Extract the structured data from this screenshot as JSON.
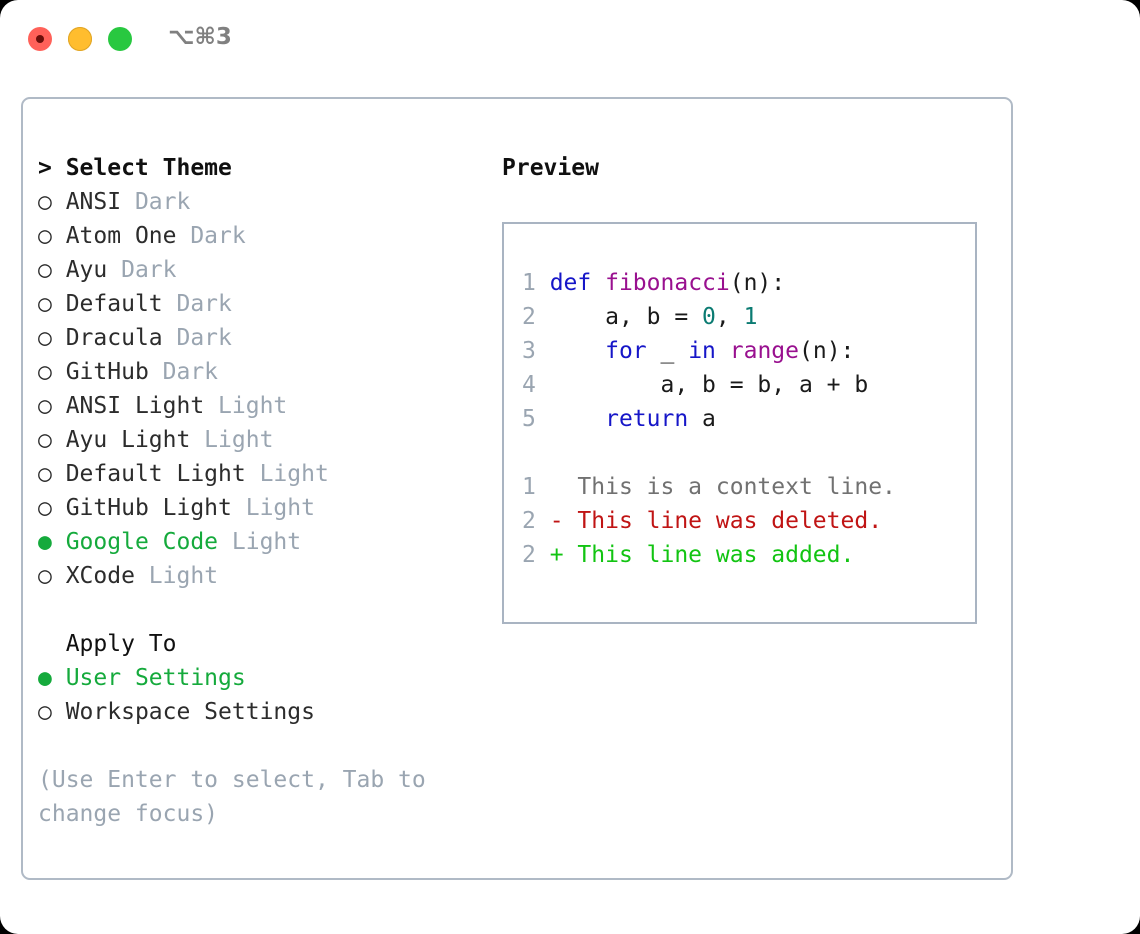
{
  "window": {
    "shortcut_label": "⌥⌘3",
    "traffic_lights": [
      "close",
      "minimize",
      "zoom"
    ]
  },
  "left_panel": {
    "theme_section": {
      "header": "> Select Theme",
      "focused": true,
      "options": [
        {
          "marker": "○",
          "name": "ANSI",
          "tag": "Dark",
          "selected": false
        },
        {
          "marker": "○",
          "name": "Atom One",
          "tag": "Dark",
          "selected": false
        },
        {
          "marker": "○",
          "name": "Ayu",
          "tag": "Dark",
          "selected": false
        },
        {
          "marker": "○",
          "name": "Default",
          "tag": "Dark",
          "selected": false
        },
        {
          "marker": "○",
          "name": "Dracula",
          "tag": "Dark",
          "selected": false
        },
        {
          "marker": "○",
          "name": "GitHub",
          "tag": "Dark",
          "selected": false
        },
        {
          "marker": "○",
          "name": "ANSI Light",
          "tag": "Light",
          "selected": false
        },
        {
          "marker": "○",
          "name": "Ayu Light",
          "tag": "Light",
          "selected": false
        },
        {
          "marker": "○",
          "name": "Default Light",
          "tag": "Light",
          "selected": false
        },
        {
          "marker": "○",
          "name": "GitHub Light",
          "tag": "Light",
          "selected": false
        },
        {
          "marker": "●",
          "name": "Google Code",
          "tag": "Light",
          "selected": true
        },
        {
          "marker": "○",
          "name": "XCode",
          "tag": "Light",
          "selected": false
        }
      ]
    },
    "apply_section": {
      "header": "  Apply To",
      "focused": false,
      "options": [
        {
          "marker": "●",
          "name": "User Settings",
          "tag": "",
          "selected": true
        },
        {
          "marker": "○",
          "name": "Workspace Settings",
          "tag": "",
          "selected": false
        }
      ]
    },
    "hint": "(Use Enter to select, Tab to change focus)"
  },
  "right_panel": {
    "title": "Preview",
    "code_lines": [
      {
        "num": "1",
        "tokens": [
          {
            "t": "def",
            "c": "kw"
          },
          {
            "t": " ",
            "c": "plain"
          },
          {
            "t": "fibonacci",
            "c": "fn"
          },
          {
            "t": "(n):",
            "c": "plain"
          }
        ]
      },
      {
        "num": "2",
        "tokens": [
          {
            "t": "    a, b = ",
            "c": "plain"
          },
          {
            "t": "0",
            "c": "num"
          },
          {
            "t": ", ",
            "c": "plain"
          },
          {
            "t": "1",
            "c": "num"
          }
        ]
      },
      {
        "num": "3",
        "tokens": [
          {
            "t": "    ",
            "c": "plain"
          },
          {
            "t": "for",
            "c": "kw"
          },
          {
            "t": " _ ",
            "c": "plain"
          },
          {
            "t": "in",
            "c": "kw"
          },
          {
            "t": " ",
            "c": "plain"
          },
          {
            "t": "range",
            "c": "fn"
          },
          {
            "t": "(n):",
            "c": "plain"
          }
        ]
      },
      {
        "num": "4",
        "tokens": [
          {
            "t": "        a, b = b, a + b",
            "c": "plain"
          }
        ]
      },
      {
        "num": "5",
        "tokens": [
          {
            "t": "    ",
            "c": "plain"
          },
          {
            "t": "return",
            "c": "kw"
          },
          {
            "t": " a",
            "c": "plain"
          }
        ]
      }
    ],
    "diff_lines": [
      {
        "num": "1",
        "text": "  This is a context line.",
        "kind": "ctx"
      },
      {
        "num": "2",
        "text": "- This line was deleted.",
        "kind": "del"
      },
      {
        "num": "2",
        "text": "+ This line was added.",
        "kind": "add"
      }
    ]
  },
  "colors": {
    "accent_green": "#15aa3c",
    "muted": "#9aa5b1",
    "keyword": "#1616c8",
    "function": "#99108f",
    "number": "#0b7b72",
    "diff_deleted": "#c01414",
    "diff_added": "#12c412",
    "border": "#b0bac6"
  }
}
